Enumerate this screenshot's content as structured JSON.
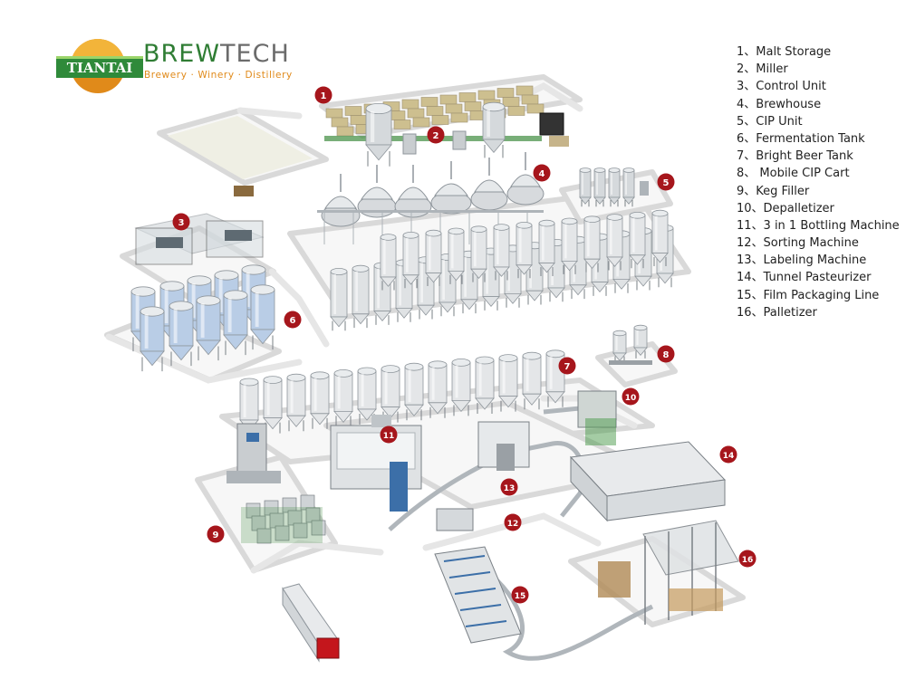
{
  "brand": {
    "logo_text": "TIANTAI",
    "name_part1": "BREW",
    "name_part2": "TECH",
    "tagline": "Brewery · Winery · Distillery",
    "colors": {
      "green": "#2f7d34",
      "orange": "#e08a1a",
      "grey": "#6b6b6b"
    }
  },
  "legend": [
    "1、Malt Storage",
    "2、Miller",
    "3、Control Unit",
    "4、Brewhouse",
    "5、CIP Unit",
    "6、Fermentation Tank",
    "7、Bright Beer Tank",
    "8、 Mobile CIP Cart",
    "9、Keg Filler",
    "10、Depalletizer",
    "11、3 in 1 Bottling Machine",
    "12、Sorting Machine",
    "13、Labeling Machine",
    "14、Tunnel Pasteurizer",
    "15、Film Packaging Line",
    "16、Palletizer"
  ],
  "badges": [
    "1",
    "2",
    "3",
    "4",
    "5",
    "6",
    "7",
    "8",
    "9",
    "10",
    "11",
    "12",
    "13",
    "14",
    "15",
    "16"
  ],
  "badge_color": "#a6161c"
}
